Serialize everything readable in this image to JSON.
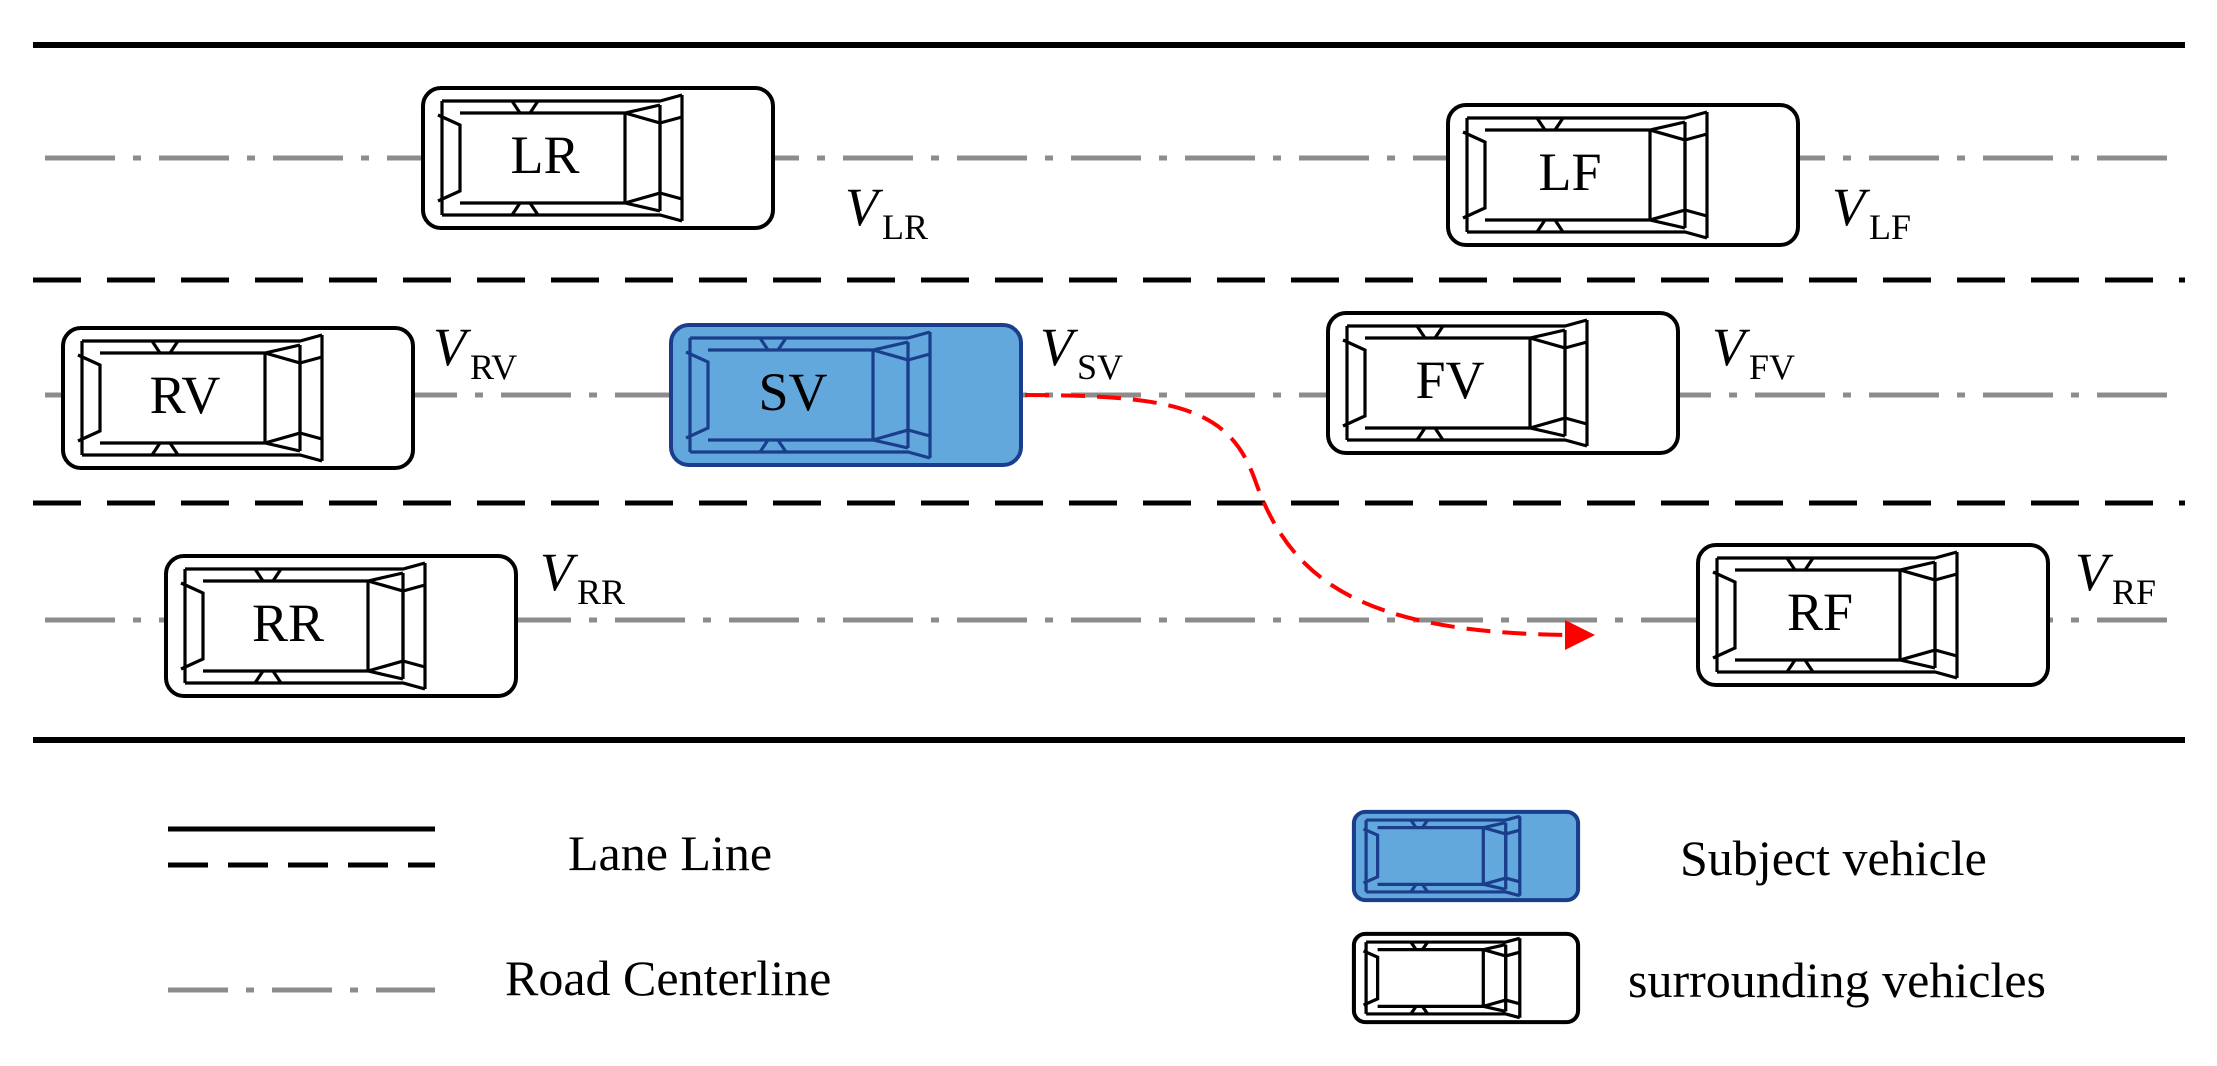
{
  "colors": {
    "lane_line": "#000000",
    "centerline": "#8c8c8c",
    "subject_fill": "#63a8dd",
    "subject_stroke": "#1a3e8c",
    "surrounding_fill": "#ffffff",
    "surrounding_stroke": "#000000",
    "trajectory": "#ff0000"
  },
  "vehicles": [
    {
      "id": "LR",
      "label": "LR",
      "velocity_symbol": "V",
      "velocity_sub": "LR",
      "subject": false
    },
    {
      "id": "LF",
      "label": "LF",
      "velocity_symbol": "V",
      "velocity_sub": "LF",
      "subject": false
    },
    {
      "id": "RV",
      "label": "RV",
      "velocity_symbol": "V",
      "velocity_sub": "RV",
      "subject": false
    },
    {
      "id": "SV",
      "label": "SV",
      "velocity_symbol": "V",
      "velocity_sub": "SV",
      "subject": true
    },
    {
      "id": "FV",
      "label": "FV",
      "velocity_symbol": "V",
      "velocity_sub": "FV",
      "subject": false
    },
    {
      "id": "RR",
      "label": "RR",
      "velocity_symbol": "V",
      "velocity_sub": "RR",
      "subject": false
    },
    {
      "id": "RF",
      "label": "RF",
      "velocity_symbol": "V",
      "velocity_sub": "RF",
      "subject": false
    }
  ],
  "legend": {
    "lane_line": "Lane Line",
    "road_centerline": "Road Centerline",
    "subject_vehicle": "Subject vehicle",
    "surrounding_vehicles": "surrounding vehicles"
  }
}
